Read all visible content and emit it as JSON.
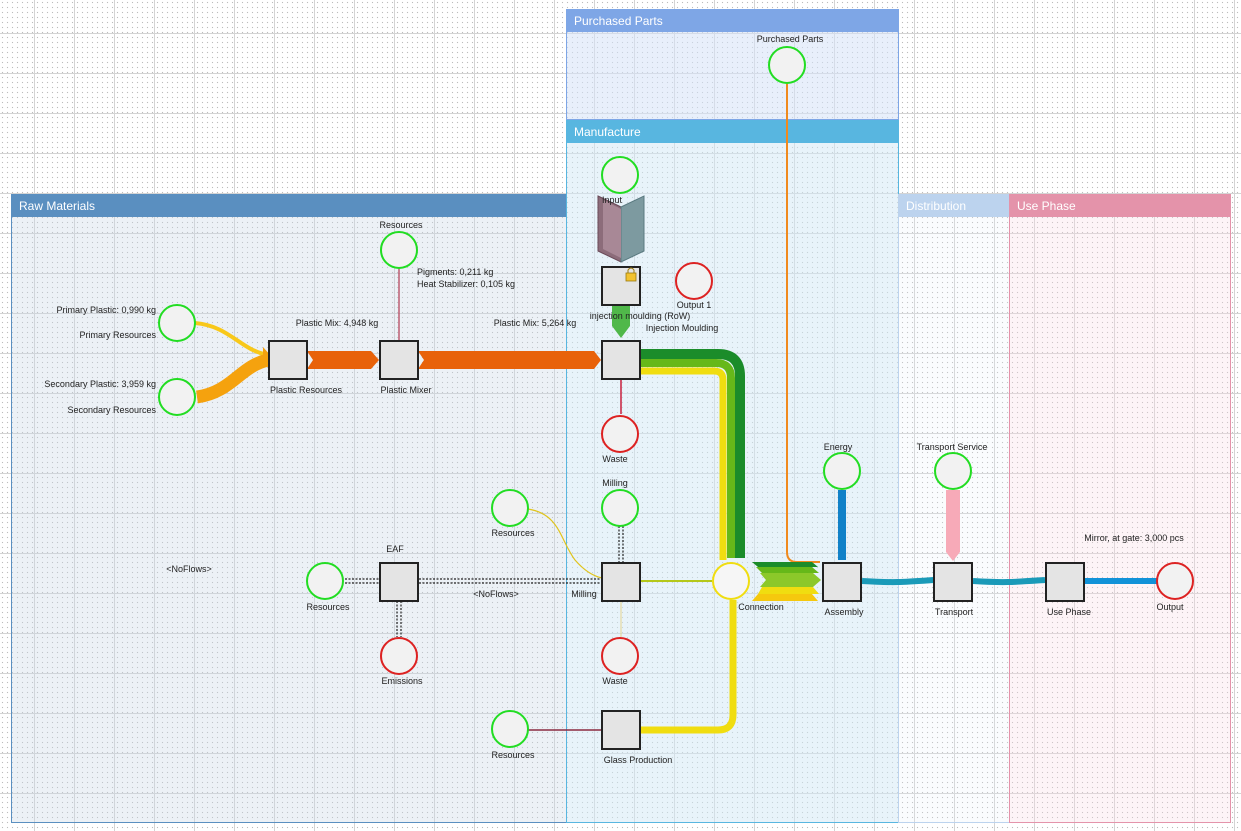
{
  "phases": {
    "purchased_parts": {
      "title": "Purchased Parts",
      "color": "#7ea6e6",
      "fill": "rgba(214,226,248,0.55)"
    },
    "manufacture": {
      "title": "Manufacture",
      "color": "#58b6e0",
      "fill": "rgba(210,232,246,0.5)"
    },
    "raw_materials": {
      "title": "Raw Materials",
      "color": "#5a8fc0",
      "fill": "rgba(200,214,228,0.35)"
    },
    "distribution": {
      "title": "Distribution",
      "color": "#bcd3ee",
      "fill": "rgba(228,238,248,0.2)"
    },
    "use_phase": {
      "title": "Use Phase",
      "color": "#e493aa",
      "fill": "rgba(250,220,228,0.3)"
    }
  },
  "nodes": {
    "purchased_parts": "Purchased Parts",
    "input": "Input",
    "output_1": "Output 1",
    "injection_rowing": "injection moulding (RoW)",
    "injection_moulding": "Injection Moulding",
    "resources_top": "Resources",
    "primary_resources": "Primary Resources",
    "secondary_resources": "Secondary Resources",
    "plastic_resources": "Plastic Resources",
    "plastic_mixer": "Plastic Mixer",
    "waste_1": "Waste",
    "milling_source": "Milling",
    "resources_mid": "Resources",
    "eaf": "EAF",
    "resources_eaf": "Resources",
    "emissions": "Emissions",
    "milling": "Milling",
    "waste_2": "Waste",
    "resources_bottom": "Resources",
    "glass_production": "Glass Production",
    "connection": "Connection",
    "energy": "Energy",
    "assembly": "Assembly",
    "transport_service": "Transport Service",
    "transport": "Transport",
    "use_phase": "Use Phase",
    "output": "Output"
  },
  "flows": {
    "primary_plastic": "Primary Plastic: 0,990 kg",
    "secondary_plastic": "Secondary Plastic: 3,959 kg",
    "plastic_mix_1": "Plastic Mix: 4,948 kg",
    "pigments": "Pigments: 0,211 kg",
    "heat_stabilizer": "Heat Stabilizer: 0,105 kg",
    "plastic_mix_2": "Plastic Mix: 5,264 kg",
    "noflows_left": "<NoFlows>",
    "noflows_mid": "<NoFlows>",
    "mirror": "Mirror, at gate: 3,000 pcs"
  },
  "colors": {
    "source": "#22dd22",
    "sink": "#dd2222",
    "process_fill": "#e4e4e4",
    "orange_flow": "#e8620a",
    "amber_flow": "#f5a20e",
    "yellow_flow": "#f0dd10",
    "green_dark": "#1b8c2a",
    "green_mid": "#66b819",
    "teal_flow": "#1a9ab8",
    "blue_flow": "#1181c8",
    "pink_flow": "#f7aab8"
  }
}
